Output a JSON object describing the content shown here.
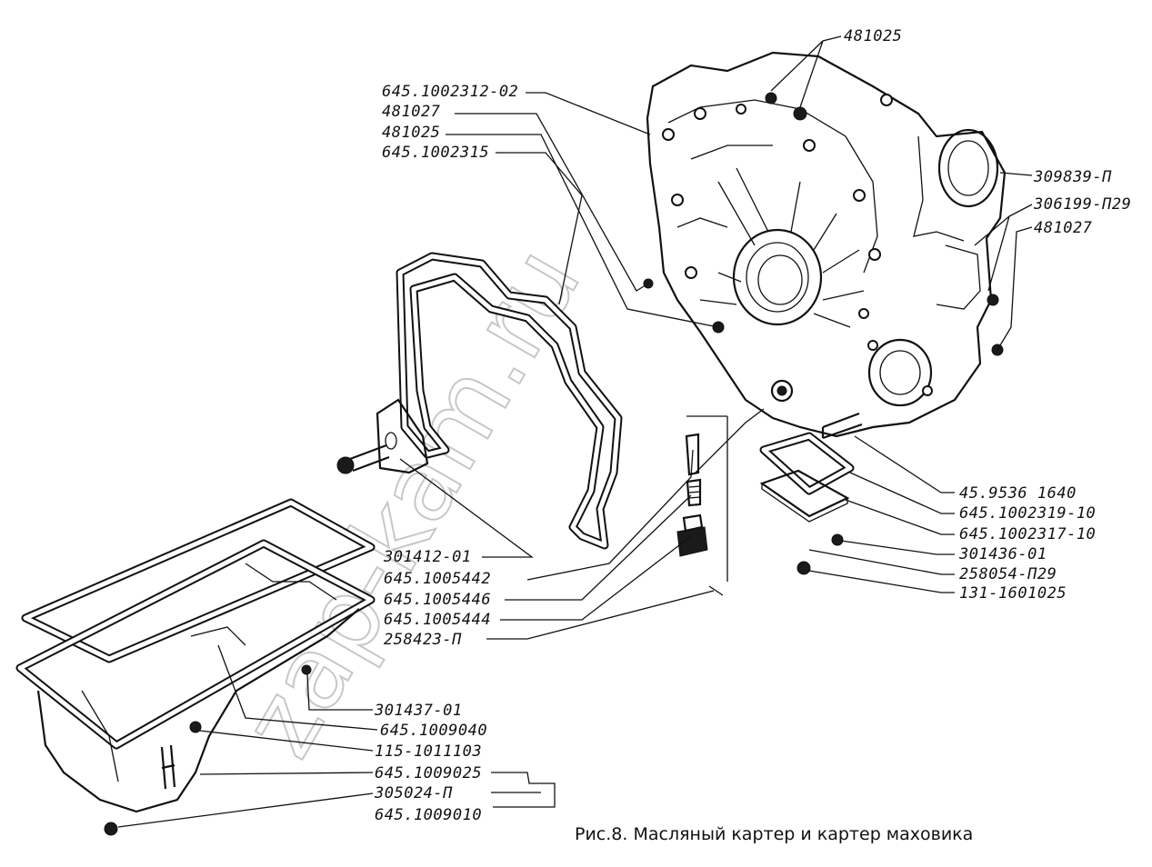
{
  "caption": "Рис.8. Масляный картер и картер маховика",
  "watermark": "zap-kam.ru",
  "colors": {
    "ink": "#111111",
    "paper": "#ffffff",
    "watermark": "#9a9a9a"
  },
  "labels": [
    "481025",
    "645.1002312-02",
    "481027",
    "481025",
    "645.1002315",
    "309839-П",
    "306199-П29",
    "481027",
    "45.9536 1640",
    "645.1002319-10",
    "645.1002317-10",
    "301436-01",
    "258054-П29",
    "131-1601025",
    "301412-01",
    "645.1005442",
    "645.1005446",
    "645.1005444",
    "258423-П",
    "301437-01",
    "645.1009040",
    "115-1011103",
    "645.1009025",
    "305024-П",
    "645.1009010"
  ]
}
